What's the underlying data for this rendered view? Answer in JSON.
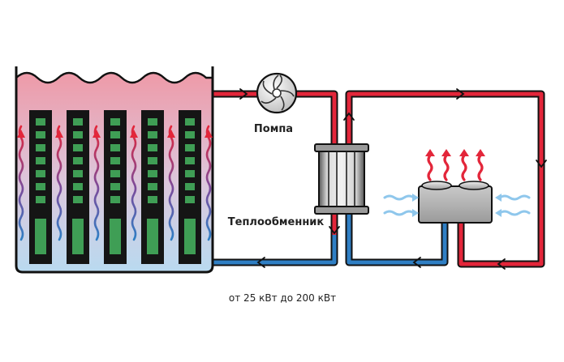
{
  "labels": {
    "pump": "Помпа",
    "heat_exchanger": "Теплообменник",
    "capacity": "от 25 кВт до 200 кВт"
  },
  "colors": {
    "hot_line": "#e3263a",
    "cold_line": "#2f7fc4",
    "outline": "#111111",
    "tank_top": "#ee9aa8",
    "tank_bottom": "#b9daf0",
    "server_led": "#3f9e55",
    "cool_air": "#8fc7ec"
  },
  "icons": {
    "pump": "impeller-icon",
    "heat_exchanger": "heat-exchanger-icon",
    "dry_cooler": "dry-cooler-icon"
  },
  "servers": [
    {
      "id": 1
    },
    {
      "id": 2
    },
    {
      "id": 3
    },
    {
      "id": 4
    },
    {
      "id": 5
    }
  ]
}
